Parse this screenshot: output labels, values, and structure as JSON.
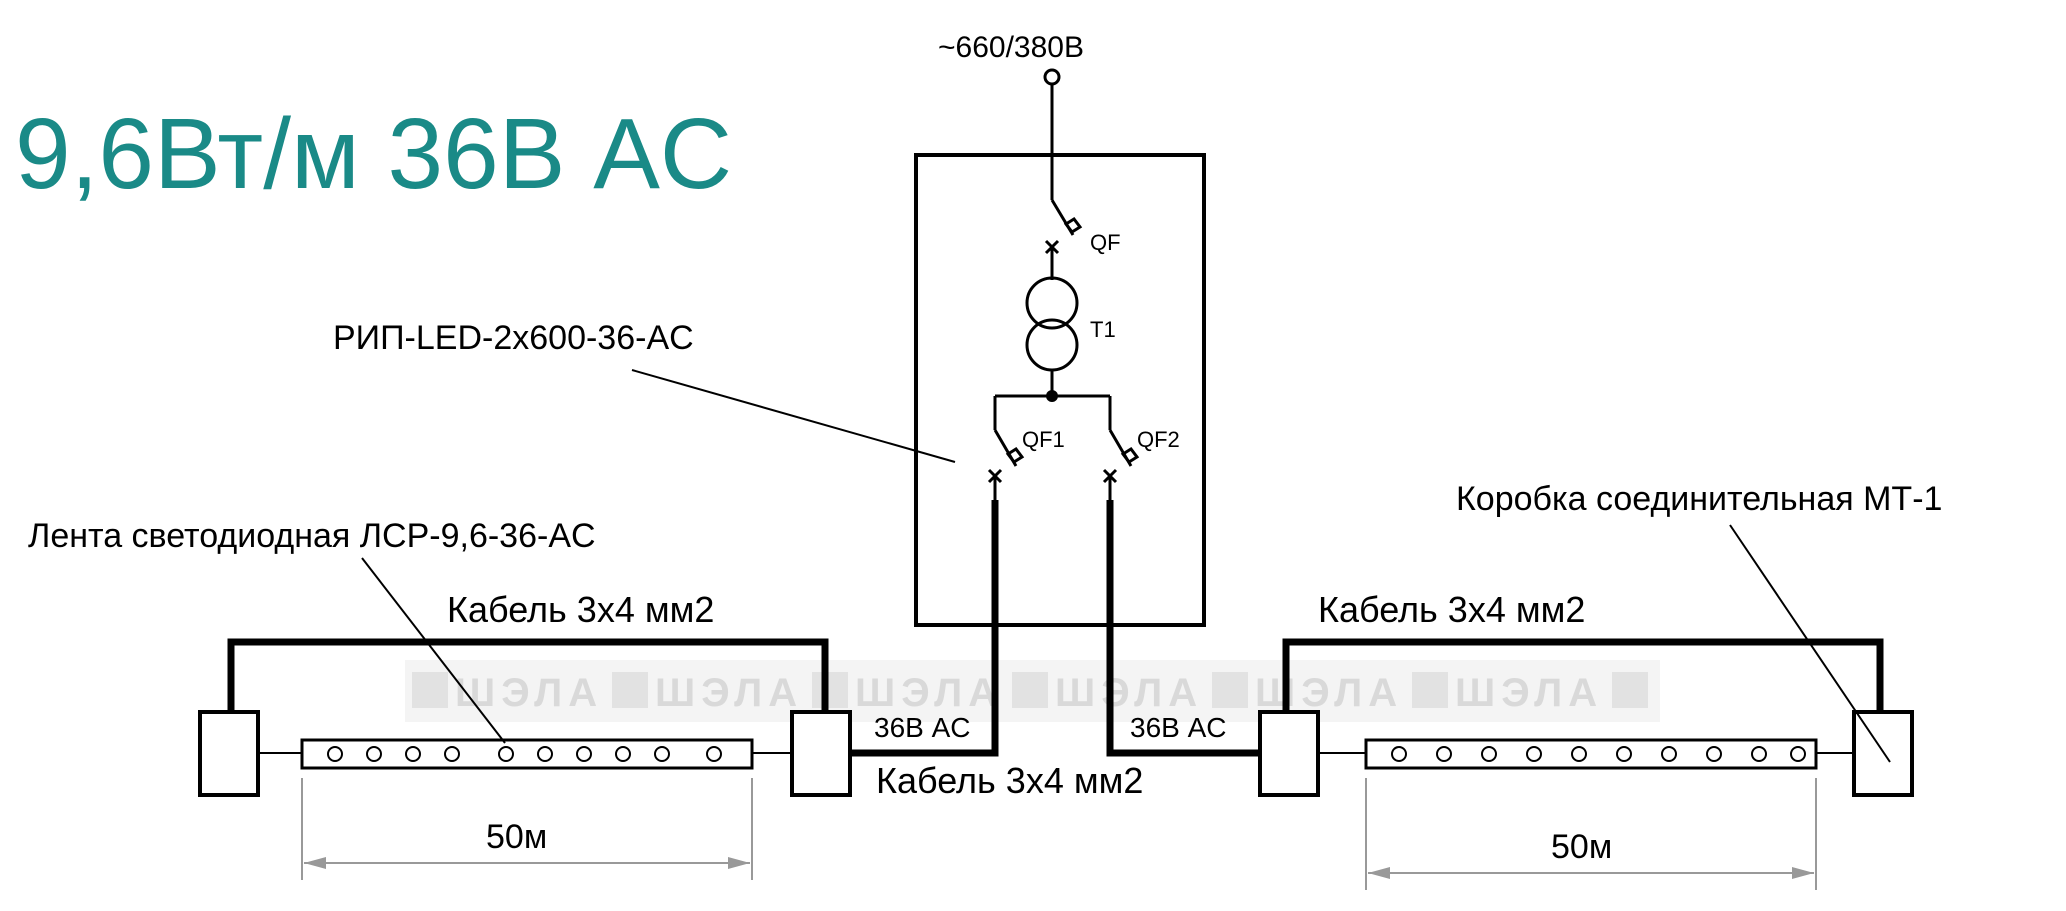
{
  "title": "9,6Вт/м 36В AC",
  "supply_label": "~660/380В",
  "psu": {
    "label": "РИП-LED-2х600-36-AC",
    "breaker_main": "QF",
    "transformer": "T1",
    "breaker_1": "QF1",
    "breaker_2": "QF2"
  },
  "strip_label": "Лента светодиодная ЛСР-9,6-36-AC",
  "junction_box_label": "Коробка соединительная МТ-1",
  "cables": {
    "left_top": "Кабель 3х4 мм2",
    "right_top": "Кабель 3х4 мм2",
    "bottom": "Кабель 3х4 мм2"
  },
  "voltage_left": "36В AC",
  "voltage_right": "36В AC",
  "dimension_left": "50м",
  "dimension_right": "50м",
  "watermark": "ШЭЛА",
  "colors": {
    "title": "#1a8a87",
    "line": "#000000",
    "watermark": "#d9d9d9"
  }
}
